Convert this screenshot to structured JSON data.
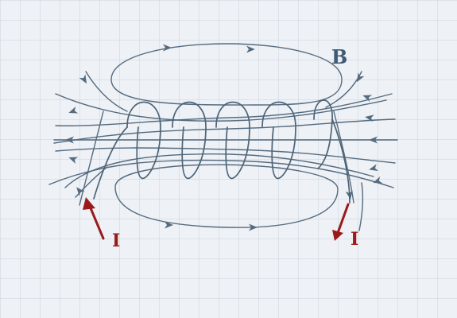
{
  "labels": {
    "field": "B",
    "current_left": "I",
    "current_right": "I"
  },
  "colors": {
    "paper": "#eef1f5",
    "grid": "#c9d3df",
    "field_line": "#556b80",
    "coil": "#4d6478",
    "field_label": "#3f5a72",
    "current": "#9a1a1a"
  }
}
